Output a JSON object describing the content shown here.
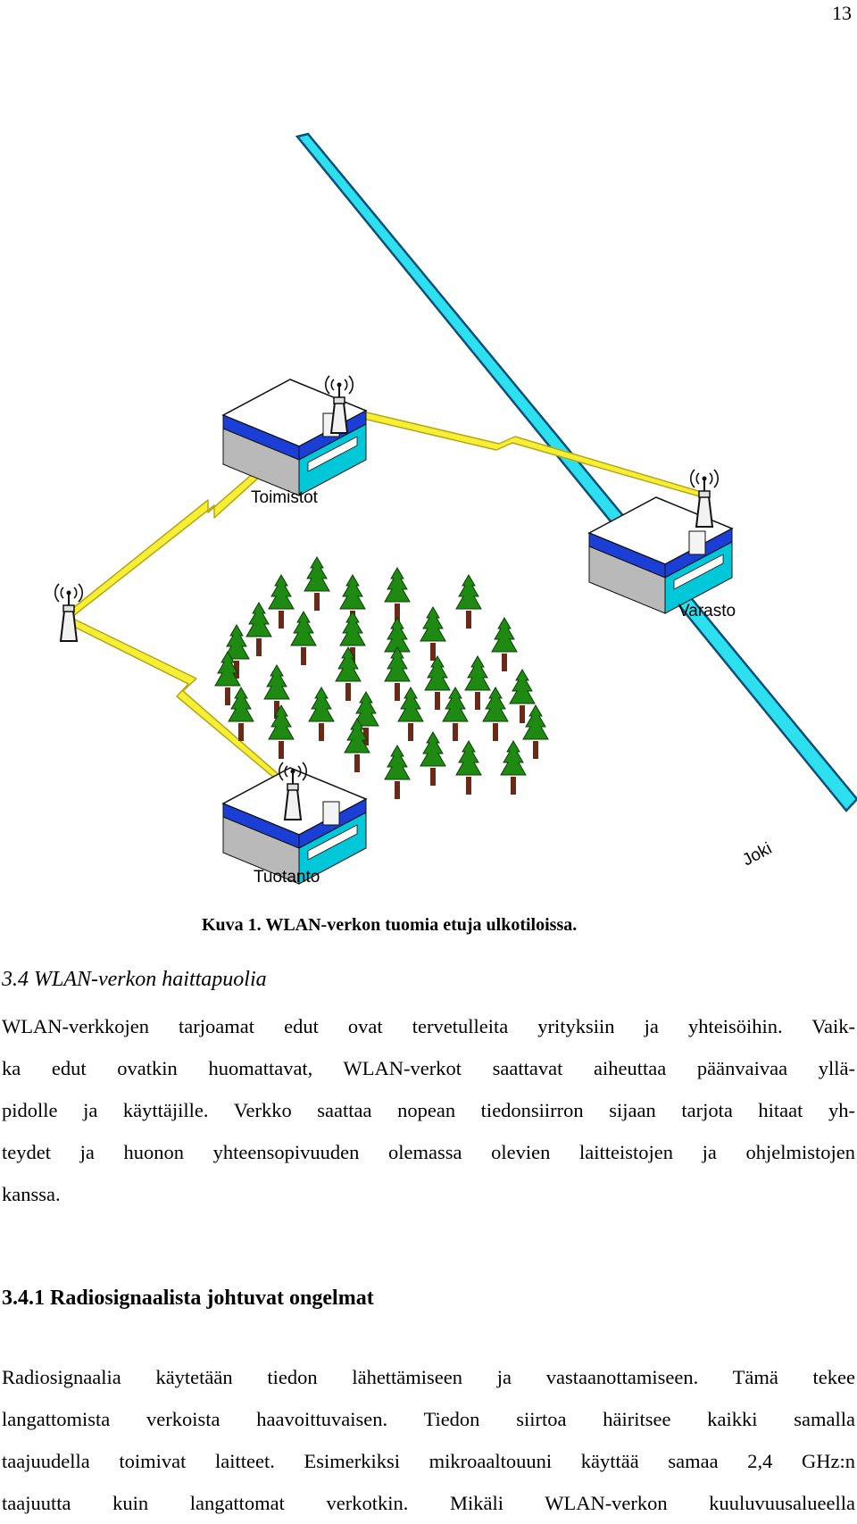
{
  "page": {
    "number": "13"
  },
  "figure": {
    "buildings": {
      "office": "Toimistot",
      "warehouse": "Varasto",
      "production": "Tuotanto"
    },
    "river": "Joki",
    "colors": {
      "river": "#2de0f0",
      "roof_stripe": "#1b3fd6",
      "building_side": "#00c8d8",
      "flash": "#f7ee36",
      "tree": "#1f8a12"
    },
    "icons": [
      "antenna-icon",
      "tree-icon",
      "lightning-link-icon"
    ]
  },
  "caption": "Kuva 1. WLAN-verkon tuomia etuja ulkotiloissa.",
  "section": {
    "heading": "3.4 WLAN-verkon haittapuolia",
    "lines": [
      "WLAN-verkkojen tarjoamat edut ovat tervetulleita yrityksiin ja yhteisöihin. Vaik-",
      "ka edut ovatkin huomattavat, WLAN-verkot saattavat aiheuttaa päänvaivaa yllä-",
      "pidolle ja käyttäjille. Verkko saattaa nopean tiedonsiirron sijaan tarjota hitaat yh-",
      "teydet ja huonon yhteensopivuuden olemassa olevien laitteistojen ja ohjelmistojen",
      "kanssa."
    ]
  },
  "subsection": {
    "heading": "3.4.1 Radiosignaalista johtuvat ongelmat",
    "lines": [
      "Radiosignaalia käytetään tiedon lähettämiseen ja vastaanottamiseen. Tämä tekee",
      "langattomista verkoista haavoittuvaisen. Tiedon siirtoa häiritsee kaikki samalla",
      "taajuudella toimivat laitteet. Esimerkiksi mikroaaltouuni käyttää samaa 2,4 GHz:n",
      "taajuutta kuin langattomat verkotkin. Mikäli WLAN-verkon kuuluvuusalueella"
    ]
  }
}
